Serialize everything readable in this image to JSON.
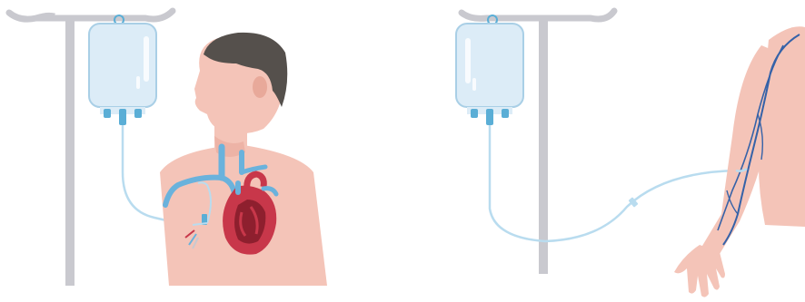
{
  "illustration": {
    "left_panel": {
      "iv_stand": "iv-pole",
      "iv_bag": "iv-bag",
      "patient": "man-profile",
      "organ": "heart-icon",
      "line_type": "central-venous-line"
    },
    "right_panel": {
      "iv_stand": "iv-pole",
      "iv_bag": "iv-bag",
      "body_part": "arm",
      "line_type": "peripheral-iv-line"
    }
  },
  "colors": {
    "pole": "#c9c9cf",
    "bag_fill": "#dcecf7",
    "bag_outline": "#a9cfe6",
    "port": "#5aaed6",
    "tube": "#b9dcef",
    "skin": "#f4c4b8",
    "skin_shadow": "#e8a99a",
    "hair": "#55504c",
    "vein_blue": "#6ab2dc",
    "arm_vein": "#3562a8",
    "heart_red": "#c8374a",
    "heart_dark": "#8e1f2e"
  }
}
